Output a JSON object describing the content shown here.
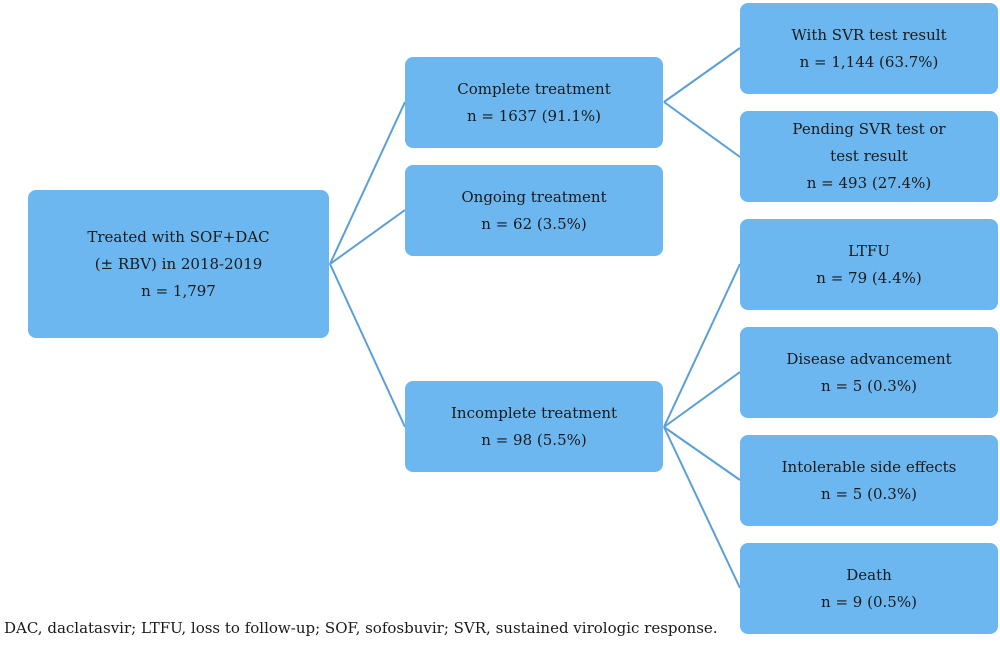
{
  "root": {
    "line1": "Treated with SOF+DAC",
    "line2": "(± RBV) in 2018-2019",
    "count": "n = 1,797"
  },
  "complete": {
    "label": "Complete treatment",
    "count": "n = 1637 (91.1%)"
  },
  "ongoing": {
    "label": "Ongoing treatment",
    "count": "n = 62 (3.5%)"
  },
  "incomplete": {
    "label": "Incomplete treatment",
    "count": "n = 98 (5.5%)"
  },
  "svr_result": {
    "label": "With SVR test result",
    "count": "n = 1,144 (63.7%)"
  },
  "svr_pending": {
    "line1": "Pending SVR test or",
    "line2": "test result",
    "count": "n = 493 (27.4%)"
  },
  "ltfu": {
    "label": "LTFU",
    "count": "n = 79 (4.4%)"
  },
  "disease": {
    "label": "Disease advancement",
    "count": "n = 5 (0.3%)"
  },
  "side_effects": {
    "label": "Intolerable side effects",
    "count": "n = 5 (0.3%)"
  },
  "death": {
    "label": "Death",
    "count": "n = 9 (0.5%)"
  },
  "footnote": "DAC, daclatasvir; LTFU, loss to follow-up; SOF, sofosbuvir; SVR, sustained virologic response.",
  "colors": {
    "box_fill": "#6db7f0",
    "connector": "#5b9fd6"
  }
}
